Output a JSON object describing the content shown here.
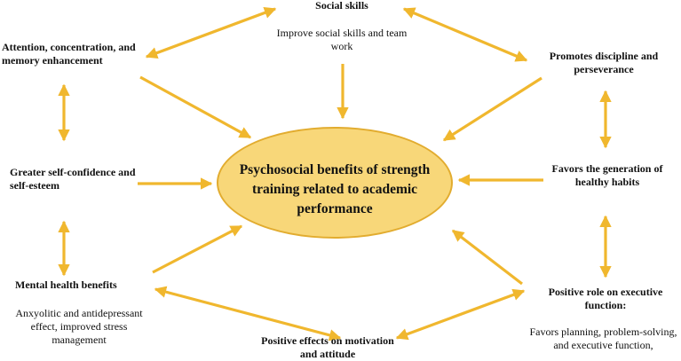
{
  "center": "Psychosocial benefits of strength training related to academic performance",
  "nodes": {
    "social": {
      "title": "Social skills",
      "desc": "Improve social skills and team work"
    },
    "attention": {
      "title": "Attention, concentration, and memory enhancement"
    },
    "discipline": {
      "title": "Promotes discipline and perseverance"
    },
    "confidence": {
      "title": "Greater self-confidence and self-esteem"
    },
    "habits": {
      "title": "Favors the generation of healthy habits"
    },
    "mental": {
      "title": "Mental health benefits",
      "desc": "Anxyolitic and antidepressant effect, improved stress management"
    },
    "executive": {
      "title": "Positive role on executive function:",
      "desc": "Favors planning, problem-solving, and executive function,"
    },
    "motivation": {
      "title": "Positive effects on motivation and attitude"
    }
  },
  "colors": {
    "arrow": "#f0b72e",
    "ellipse_fill": "#f8d779",
    "ellipse_border": "#e2ac2f"
  },
  "connections": [
    {
      "from": "attention",
      "to": "social",
      "direction": "both"
    },
    {
      "from": "social",
      "to": "discipline",
      "direction": "both"
    },
    {
      "from": "attention",
      "to": "confidence",
      "direction": "both"
    },
    {
      "from": "discipline",
      "to": "habits",
      "direction": "both"
    },
    {
      "from": "confidence",
      "to": "mental",
      "direction": "both"
    },
    {
      "from": "habits",
      "to": "executive",
      "direction": "both"
    },
    {
      "from": "mental",
      "to": "motivation",
      "direction": "both"
    },
    {
      "from": "motivation",
      "to": "executive",
      "direction": "both"
    },
    {
      "from": "social",
      "to": "center",
      "direction": "forward"
    },
    {
      "from": "attention",
      "to": "center",
      "direction": "forward"
    },
    {
      "from": "discipline",
      "to": "center",
      "direction": "forward"
    },
    {
      "from": "confidence",
      "to": "center",
      "direction": "forward"
    },
    {
      "from": "habits",
      "to": "center",
      "direction": "forward"
    },
    {
      "from": "mental",
      "to": "center",
      "direction": "forward"
    },
    {
      "from": "executive",
      "to": "center",
      "direction": "forward"
    }
  ]
}
